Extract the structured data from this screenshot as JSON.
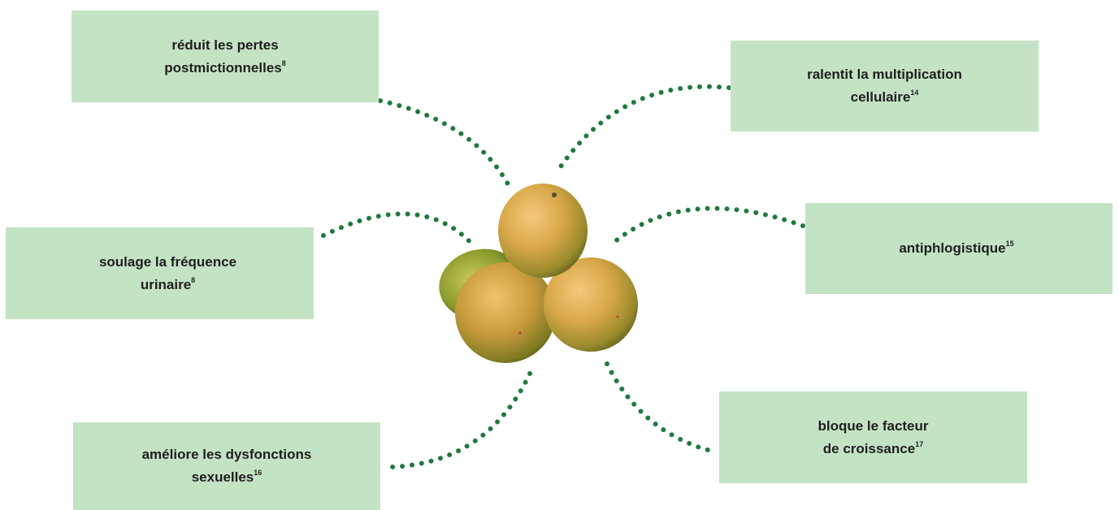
{
  "benefits": {
    "top_left": {
      "line1": "réduit les pertes",
      "line2": "postmictionnelles",
      "ref": "8"
    },
    "top_right": {
      "line1": "ralentit la multiplication",
      "line2": "cellulaire",
      "ref": "14"
    },
    "middle_left": {
      "line1": "soulage la fréquence",
      "line2": "urinaire",
      "ref": "8"
    },
    "middle_right": {
      "line1": "antiphlogistique",
      "line2": "",
      "ref": "15"
    },
    "bottom_left": {
      "line1": "améliore les dysfonctions",
      "line2": "sexuelles",
      "ref": "16"
    },
    "bottom_right": {
      "line1": "bloque le facteur",
      "line2": "de croissance",
      "ref": "17"
    }
  },
  "center_image": "pile of four yellow-green fruits",
  "colors": {
    "box_fill": "#c4e3c4",
    "dots": "#1e7a3c",
    "text": "#1e1e1e"
  }
}
